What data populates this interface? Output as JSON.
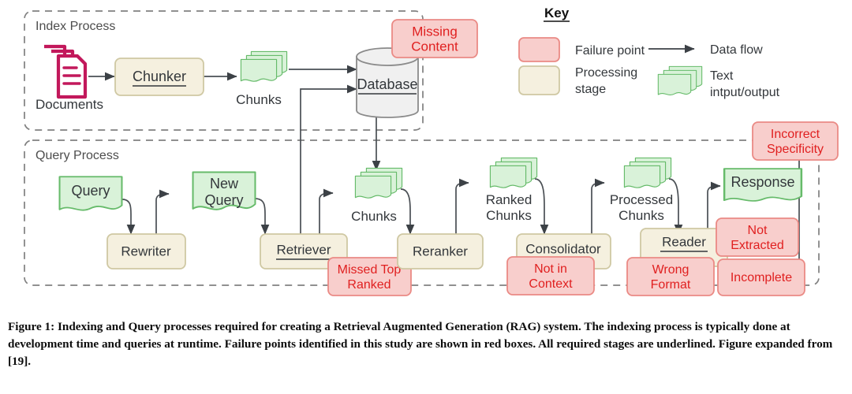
{
  "figure": {
    "caption": "Figure 1: Indexing and Query processes required for creating a Retrieval Augmented Generation (RAG) system. The indexing process is typically done at development time and queries at runtime. Failure points identified in this study are shown in red boxes. All required stages are underlined. Figure expanded from [19]."
  },
  "colors": {
    "failure_fill": "#f8cecc",
    "failure_stroke": "#ea8a85",
    "failure_text": "#e02020",
    "stage_fill": "#f5f0df",
    "stage_stroke": "#cfc8a3",
    "text_fill": "#d9f2d9",
    "text_stroke": "#66bb6a",
    "database_fill": "#f0f0f0",
    "database_stroke": "#8a8a8a",
    "documents_icon": "#c2185b",
    "flow_stroke": "#4a4f54",
    "container_stroke": "#808080",
    "label_text": "#33373b"
  },
  "containers": [
    {
      "id": "index-process",
      "label": "Index Process"
    },
    {
      "id": "query-process",
      "label": "Query Process"
    }
  ],
  "index_process": {
    "documents_label": "Documents",
    "chunker_label": "Chunker",
    "chunks_label": "Chunks",
    "database_label": "Database",
    "failure_missing_content": "Missing Content"
  },
  "query_process": {
    "query_label": "Query",
    "rewriter_label": "Rewriter",
    "new_query_label": "New Query",
    "retriever_label": "Retriever",
    "chunks_label": "Chunks",
    "reranker_label": "Reranker",
    "ranked_chunks_label_1": "Ranked",
    "ranked_chunks_label_2": "Chunks",
    "consolidator_label": "Consolidator",
    "processed_chunks_label_1": "Processed",
    "processed_chunks_label_2": "Chunks",
    "reader_label": "Reader",
    "response_label": "Response",
    "failures": {
      "missed_top_ranked_1": "Missed Top",
      "missed_top_ranked_2": "Ranked",
      "not_in_context_1": "Not in",
      "not_in_context_2": "Context",
      "wrong_format_1": "Wrong",
      "wrong_format_2": "Format",
      "not_extracted_1": "Not",
      "not_extracted_2": "Extracted",
      "incomplete": "Incomplete",
      "incorrect_specificity_1": "Incorrect",
      "incorrect_specificity_2": "Specificity"
    }
  },
  "key": {
    "title": "Key",
    "items": [
      {
        "id": "failure-point",
        "label": "Failure point",
        "swatch": "failure"
      },
      {
        "id": "processing-stage",
        "label_line1": "Processing",
        "label_line2": "stage",
        "swatch": "stage"
      },
      {
        "id": "data-flow",
        "label": "Data flow",
        "swatch": "arrow"
      },
      {
        "id": "text-io",
        "label_line1": "Text",
        "label_line2": "intput/output",
        "swatch": "docs"
      }
    ]
  }
}
